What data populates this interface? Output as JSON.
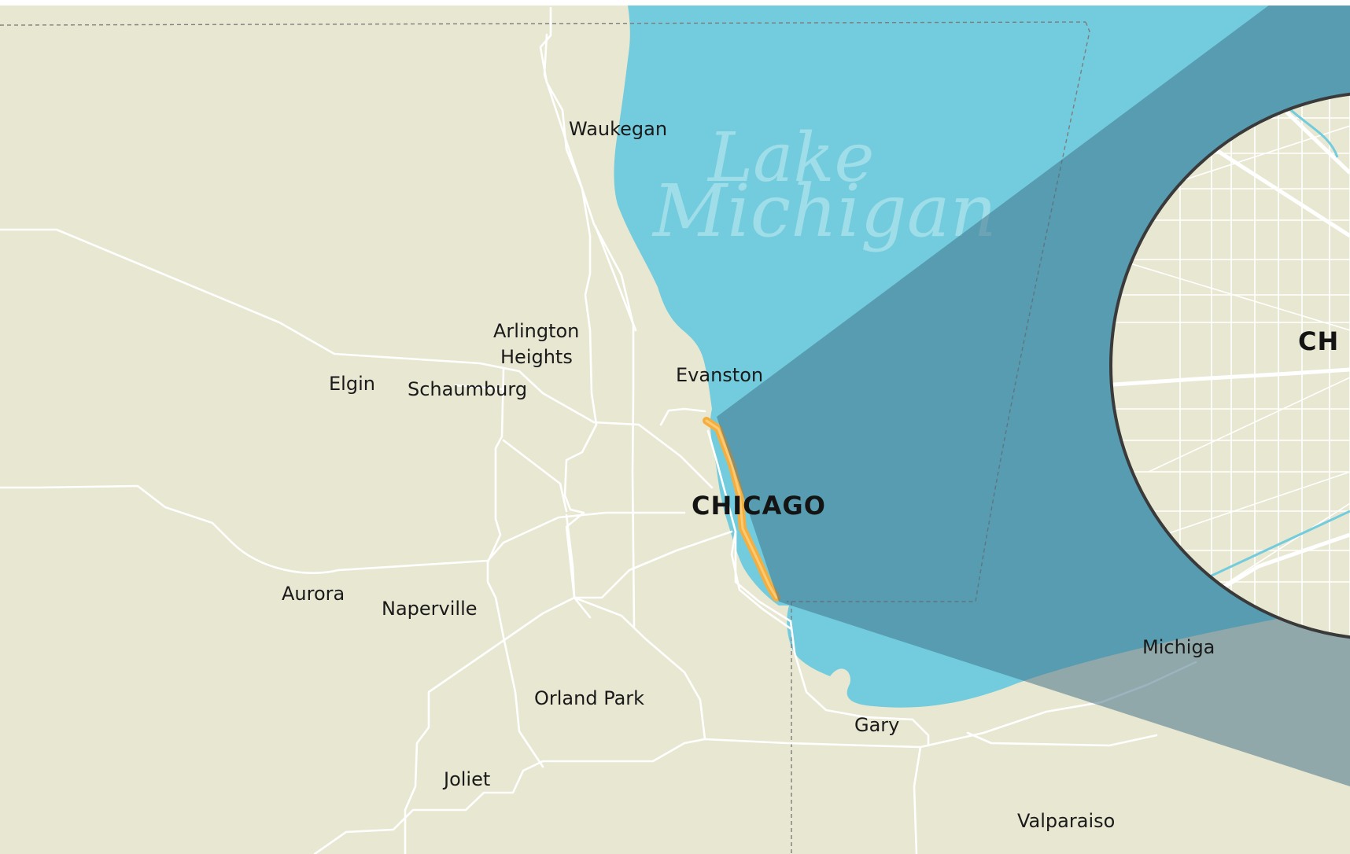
{
  "map": {
    "colors": {
      "land": "#e8e7d1",
      "water": "#72ccdd",
      "road": "#ffffff",
      "route": "#f4ae3f",
      "zoom_wedge": "#3f6f86",
      "inset_border": "#3a3a3a",
      "border_line": "#7d7d7d"
    },
    "water_label": [
      "Lake",
      "Michigan"
    ],
    "cities": {
      "waukegan": "Waukegan",
      "arlington_heights_1": "Arlington",
      "arlington_heights_2": "Heights",
      "evanston": "Evanston",
      "elgin": "Elgin",
      "schaumburg": "Schaumburg",
      "chicago": "CHICAGO",
      "aurora": "Aurora",
      "naperville": "Naperville",
      "orland_park": "Orland Park",
      "gary": "Gary",
      "joliet": "Joliet",
      "valparaiso": "Valparaiso",
      "michigan_city_partial": "Michiga"
    },
    "inset": {
      "label_partial": "CH"
    }
  }
}
